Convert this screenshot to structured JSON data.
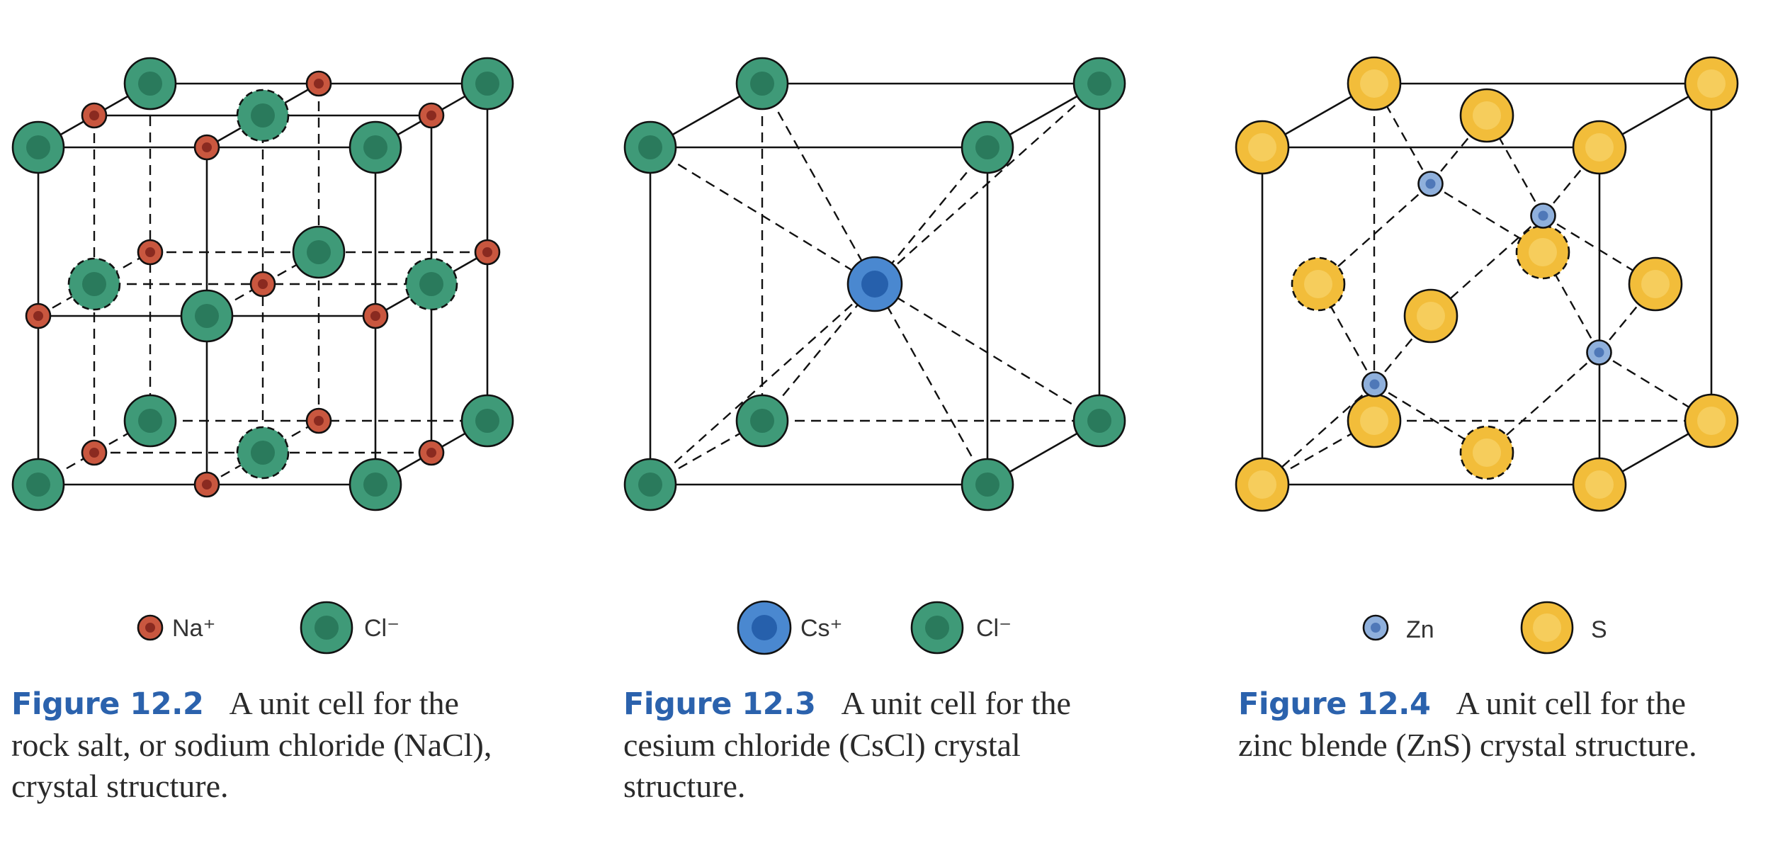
{
  "figures": [
    {
      "id": "nacl",
      "legend": [
        {
          "label": "Na⁺",
          "ion": "red",
          "size": "small"
        },
        {
          "label": "Cl⁻",
          "ion": "green",
          "size": "large"
        }
      ],
      "caption_label": "Figure 12.2",
      "caption_text": "A unit cell for the rock salt, or sodium chloride (NaCl), crystal structure."
    },
    {
      "id": "cscl",
      "legend": [
        {
          "label": "Cs⁺",
          "ion": "blue",
          "size": "large"
        },
        {
          "label": "Cl⁻",
          "ion": "green",
          "size": "large"
        }
      ],
      "caption_label": "Figure 12.3",
      "caption_text": "A unit cell for the cesium chloride (CsCl) crystal structure."
    },
    {
      "id": "zns",
      "legend": [
        {
          "label": "Zn",
          "ion": "lightblue",
          "size": "small"
        },
        {
          "label": "S",
          "ion": "yellow",
          "size": "large"
        }
      ],
      "caption_label": "Figure 12.4",
      "caption_text": "A unit cell for the zinc blende (ZnS) crystal structure."
    }
  ],
  "colors": {
    "green": "#3f9a78",
    "green_core": "#2a7a5c",
    "red": "#c9573f",
    "red_core": "#8a2a20",
    "blue": "#4a88d0",
    "blue_core": "#2660ac",
    "lightblue": "#8fb0dc",
    "lightblue_core": "#4f78b8",
    "yellow": "#f2bd3a",
    "yellow_core": "#f6cd5c",
    "caption_label": "#2b62ad"
  }
}
